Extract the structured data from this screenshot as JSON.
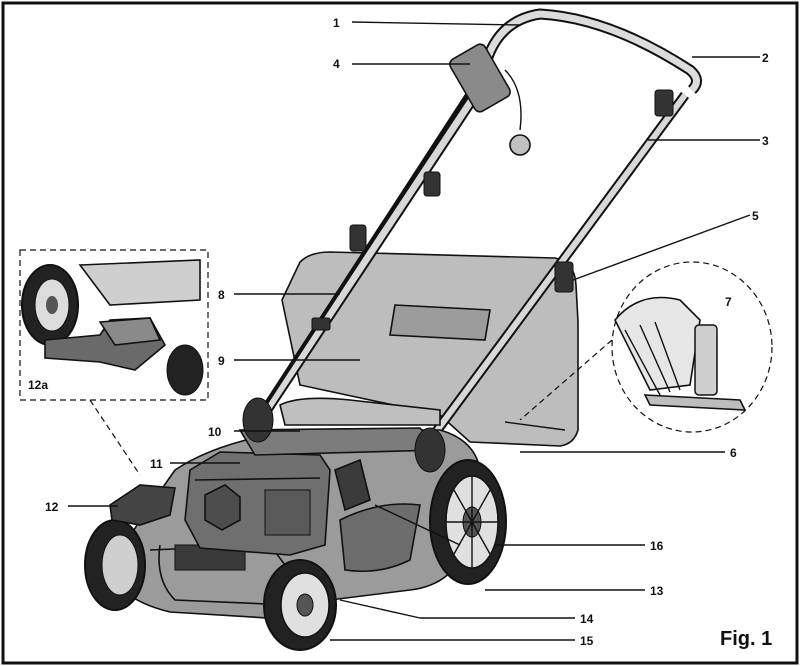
{
  "figure": {
    "label": "Fig. 1",
    "inset_label": "12a",
    "detail_label": "7"
  },
  "callouts": [
    "1",
    "2",
    "3",
    "4",
    "5",
    "6",
    "8",
    "9",
    "10",
    "11",
    "12",
    "13",
    "14",
    "15",
    "16"
  ],
  "colors": {
    "ink": "#111111",
    "body_grey": "#9a9a9a",
    "light_grey": "#c8c8c8",
    "dark_grey": "#555555",
    "tire": "#2a2a2a"
  }
}
